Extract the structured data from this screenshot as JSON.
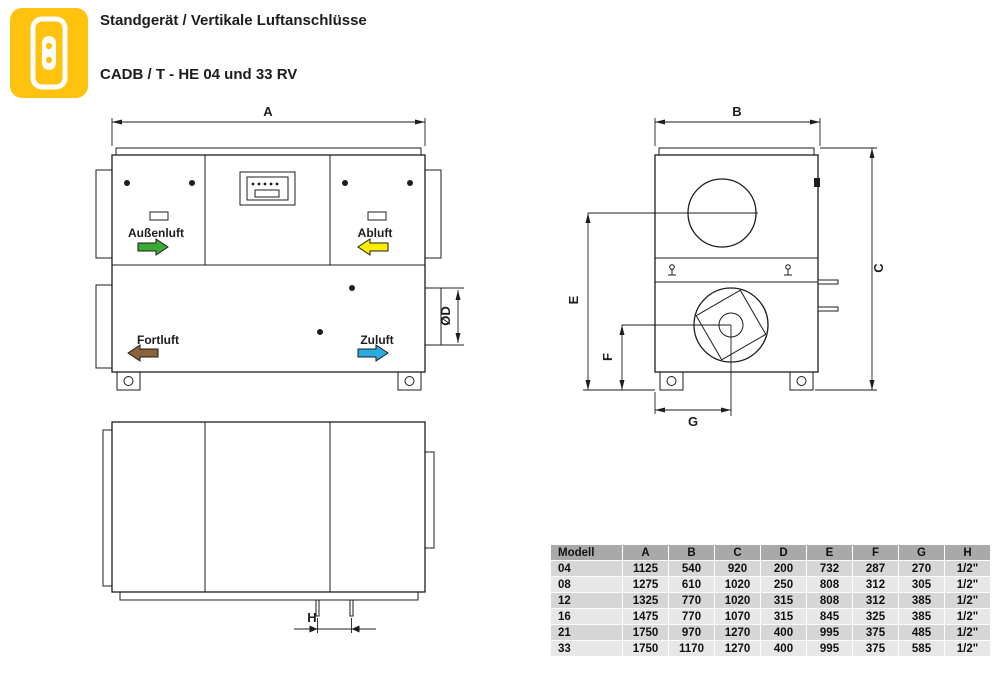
{
  "header": {
    "title": "Standgerät / Vertikale Luftanschlüsse",
    "subtitle": "CADB / T - HE 04 und 33 RV"
  },
  "front_view": {
    "dim_a": "A",
    "dim_od": "ØD",
    "outdoor_air": "Außenluft",
    "extract_air": "Abluft",
    "exhaust_air": "Fortluft",
    "supply_air": "Zuluft"
  },
  "side_view": {
    "dim_b": "B",
    "dim_c": "C",
    "dim_e": "E",
    "dim_f": "F",
    "dim_g": "G"
  },
  "bottom_view": {
    "dim_h": "H"
  },
  "colors": {
    "accent_yellow": "#ffc20e",
    "outdoor_arrow": "#3aaa35",
    "extract_arrow": "#ffed00",
    "exhaust_arrow": "#8c6239",
    "supply_arrow": "#29abe2"
  },
  "table": {
    "columns": [
      "Modell",
      "A",
      "B",
      "C",
      "D",
      "E",
      "F",
      "G",
      "H"
    ],
    "rows": [
      [
        "04",
        "1125",
        "540",
        "920",
        "200",
        "732",
        "287",
        "270",
        "1/2\""
      ],
      [
        "08",
        "1275",
        "610",
        "1020",
        "250",
        "808",
        "312",
        "305",
        "1/2\""
      ],
      [
        "12",
        "1325",
        "770",
        "1020",
        "315",
        "808",
        "312",
        "385",
        "1/2\""
      ],
      [
        "16",
        "1475",
        "770",
        "1070",
        "315",
        "845",
        "325",
        "385",
        "1/2\""
      ],
      [
        "21",
        "1750",
        "970",
        "1270",
        "400",
        "995",
        "375",
        "485",
        "1/2\""
      ],
      [
        "33",
        "1750",
        "1170",
        "1270",
        "400",
        "995",
        "375",
        "585",
        "1/2\""
      ]
    ]
  }
}
